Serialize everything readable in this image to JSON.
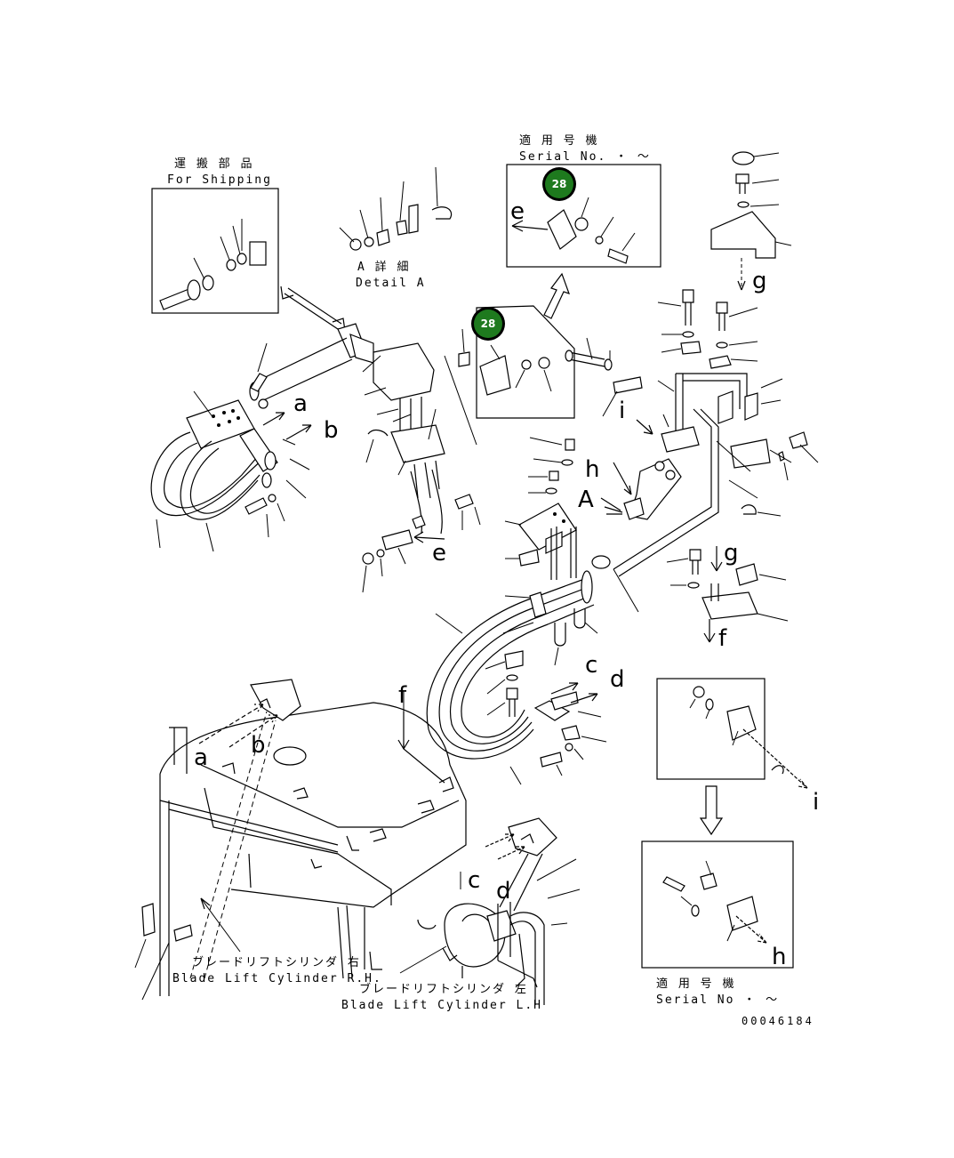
{
  "shipping": {
    "label_jp": "運 搬 部 品",
    "label_en": "For Shipping"
  },
  "detail_a": {
    "label_jp": "A 詳 細",
    "label_en": "Detail A"
  },
  "serial_top": {
    "label_jp": "適 用 号 機",
    "label_en": "Serial No.  ・ ～"
  },
  "serial_bottom": {
    "label_jp": "適 用 号 機",
    "label_en": "Serial No  ・ ～"
  },
  "cylinder_rh": {
    "label_jp": "ブレードリフトシリンダ 右",
    "label_en": "Blade Lift Cylinder R.H."
  },
  "cylinder_lh": {
    "label_jp": "ブレードリフトシリンダ 左",
    "label_en": "Blade Lift Cylinder L.H"
  },
  "callouts": [
    {
      "text": "28"
    },
    {
      "text": "28"
    }
  ],
  "callout_color": "#1e7a1e",
  "letters": {
    "a1": "a",
    "b1": "b",
    "e1": "e",
    "e2": "e",
    "h1": "h",
    "A1": "A",
    "g1": "g",
    "g2": "g",
    "f1": "f",
    "f2": "f",
    "c1": "c",
    "d1": "d",
    "i1": "i",
    "h2": "h",
    "a2": "a",
    "b2": "b",
    "c2": "c",
    "d2": "d"
  },
  "drawing_code": "00046184"
}
